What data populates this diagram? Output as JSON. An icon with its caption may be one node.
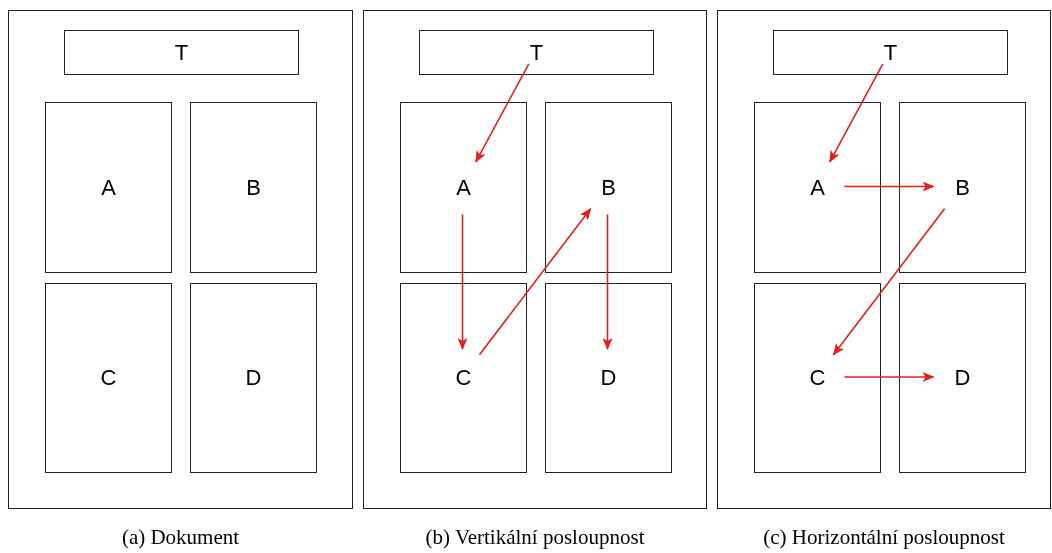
{
  "diagram": {
    "nodes": [
      {
        "text": [],
        "shape": "box",
        "beside": [
          "(a) Dokument"
        ]
      },
      {
        "text": [
          "T"
        ],
        "in": 0
      },
      {
        "text": [
          "A"
        ],
        "in": 0
      },
      {
        "text": [
          "B"
        ],
        "in": 0
      },
      {
        "text": [
          "C"
        ],
        "in": 0
      },
      {
        "text": [
          "D"
        ],
        "in": 0
      },
      {
        "text": [],
        "shape": "box",
        "beside": [
          "(b) Vertikální posloupnost"
        ]
      },
      {
        "text": [
          "T"
        ],
        "in": 6
      },
      {
        "text": [
          "A"
        ],
        "in": 6
      },
      {
        "text": [
          "B"
        ],
        "in": 6
      },
      {
        "text": [
          "C"
        ],
        "in": 6
      },
      {
        "text": [
          "D"
        ],
        "in": 6
      },
      {
        "text": [],
        "shape": "box",
        "beside": [
          "(c) Horizontální posloupnost"
        ]
      },
      {
        "text": [
          "T"
        ],
        "in": 12
      },
      {
        "text": [
          "A"
        ],
        "in": 12
      },
      {
        "text": [
          "B"
        ],
        "in": 12
      },
      {
        "text": [
          "C"
        ],
        "in": 12
      },
      {
        "text": [
          "D"
        ],
        "in": 12
      }
    ],
    "edges": [
      {
        "from": 7,
        "to": 8,
        "arrow": "to"
      },
      {
        "from": 8,
        "to": 10,
        "arrow": "to"
      },
      {
        "from": 10,
        "to": 9,
        "arrow": "to"
      },
      {
        "from": 9,
        "to": 11,
        "arrow": "to"
      },
      {
        "from": 13,
        "to": 14,
        "arrow": "to"
      },
      {
        "from": 14,
        "to": 15,
        "arrow": "to"
      },
      {
        "from": 15,
        "to": 16,
        "arrow": "to"
      },
      {
        "from": 16,
        "to": 17,
        "arrow": "to"
      }
    ]
  }
}
